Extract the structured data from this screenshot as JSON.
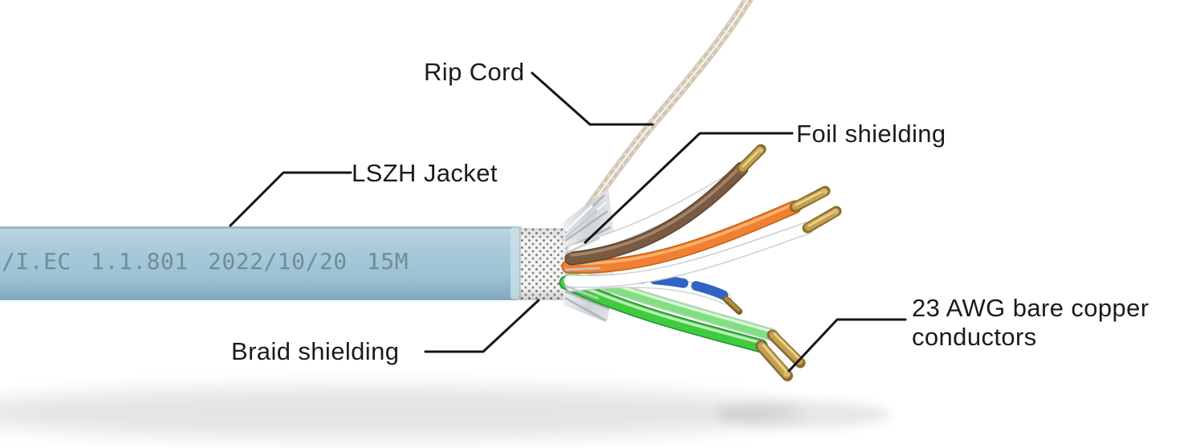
{
  "diagram": {
    "type": "shielded-ethernet-cable-anatomy",
    "labels": {
      "rip_cord": "Rip Cord",
      "foil_shielding": "Foil shielding",
      "lszh_jacket": "LSZH Jacket",
      "braid_shielding": "Braid shielding",
      "conductors": "23 AWG bare copper conductors"
    },
    "cable_print": "/I.EC 1.1.801 2022/10/20 15M",
    "wire_pairs": [
      "brown",
      "orange",
      "blue",
      "green"
    ],
    "colors": {
      "background": "#ffffff",
      "jacket": "#a3c8d8",
      "jacket_print": "#6b8794",
      "braid": "#f3f3f1",
      "braid_dots": "#6f6f6f",
      "foil": "#d9dcde",
      "rip_cord": "#ece3d4",
      "wire_brown": "#7a5a42",
      "wire_orange": "#f08033",
      "wire_blue": "#2f63c5",
      "wire_green": "#3ecc3e",
      "wire_white": "#ffffff",
      "copper": "#c3a04e",
      "label_text": "#1b1b1b",
      "leader_line": "#151515"
    }
  }
}
